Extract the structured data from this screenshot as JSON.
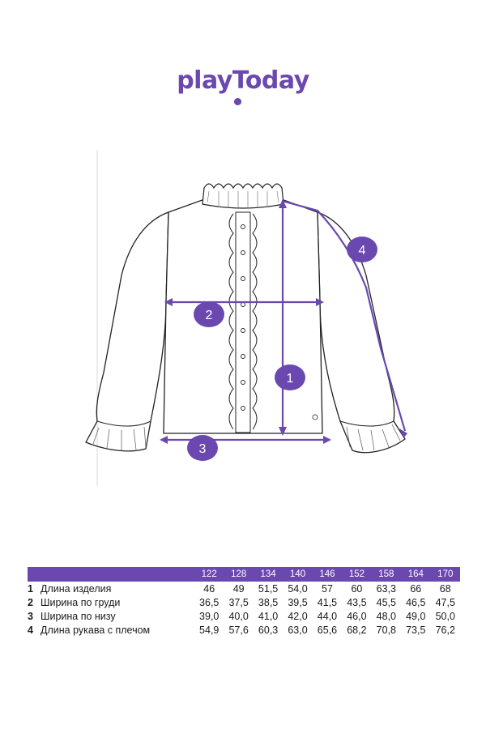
{
  "brand": {
    "logo_text": "playToday",
    "accent_color": "#6a48b0"
  },
  "callouts": [
    "1",
    "2",
    "3",
    "4"
  ],
  "sizes": [
    "122",
    "128",
    "134",
    "140",
    "146",
    "152",
    "158",
    "164",
    "170"
  ],
  "rows": [
    {
      "num": "1",
      "label": "Длина изделия",
      "values": [
        "46",
        "49",
        "51,5",
        "54,0",
        "57",
        "60",
        "63,3",
        "66",
        "68"
      ]
    },
    {
      "num": "2",
      "label": "Ширина по груди",
      "values": [
        "36,5",
        "37,5",
        "38,5",
        "39,5",
        "41,5",
        "43,5",
        "45,5",
        "46,5",
        "47,5"
      ]
    },
    {
      "num": "3",
      "label": "Ширина по низу",
      "values": [
        "39,0",
        "40,0",
        "41,0",
        "42,0",
        "44,0",
        "46,0",
        "48,0",
        "49,0",
        "50,0"
      ]
    },
    {
      "num": "4",
      "label": "Длина рукава с плечом",
      "values": [
        "54,9",
        "57,6",
        "60,3",
        "63,0",
        "65,6",
        "68,2",
        "70,8",
        "73,5",
        "76,2"
      ]
    }
  ]
}
